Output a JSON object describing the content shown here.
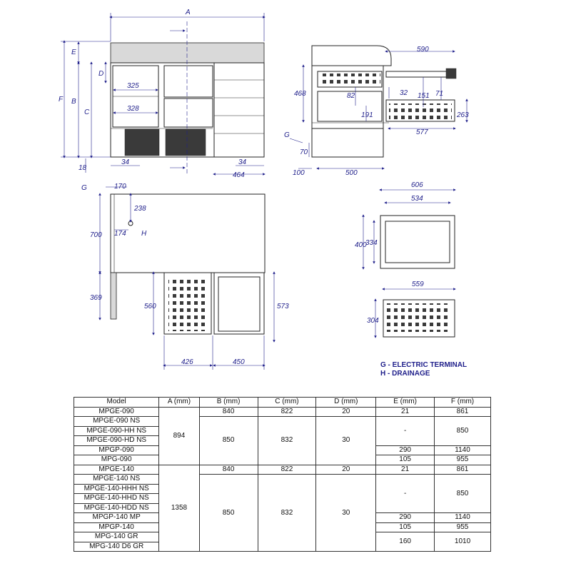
{
  "dimensions": {
    "front": {
      "A": "A",
      "E": "E",
      "D": "D",
      "F": "F",
      "B": "B",
      "C": "C",
      "d18": "18",
      "d34a": "34",
      "d34b": "34",
      "d464": "464",
      "d325": "325",
      "d328": "328"
    },
    "side": {
      "d590": "590",
      "d468": "468",
      "d82": "82",
      "d32": "32",
      "d151": "151",
      "d71": "71",
      "d191": "191",
      "d263": "263",
      "d577": "577",
      "G": "G",
      "d70": "70",
      "d100": "100",
      "d500": "500"
    },
    "top": {
      "G": "G",
      "d170": "170",
      "d238": "238",
      "d700": "700",
      "d174": "174",
      "H": "H",
      "d369": "369",
      "d560": "560",
      "d573": "573",
      "d426": "426",
      "d450": "450"
    },
    "pan": {
      "d606": "606",
      "d534": "534",
      "d400": "400",
      "d334": "334"
    },
    "tray": {
      "d559": "559",
      "d304": "304"
    }
  },
  "legend": {
    "line1": "G - ELECTRIC TERMINAL",
    "line2": "H - DRAINAGE"
  },
  "table": {
    "headers": [
      "Model",
      "A (mm)",
      "B (mm)",
      "C (mm)",
      "D (mm)",
      "E (mm)",
      "F (mm)"
    ],
    "group1_A": "894",
    "group2_A": "1358",
    "g1": {
      "models": [
        "MPGE-090",
        "MPGE-090 NS",
        "MPGE-090-HH NS",
        "MPGE-090-HD NS",
        "MPGP-090",
        "MPG-090"
      ],
      "r1": {
        "B": "840",
        "C": "822",
        "D": "20",
        "E": "21",
        "F": "861"
      },
      "rest": {
        "B": "850",
        "C": "832",
        "D": "30"
      },
      "ns": {
        "E": "-",
        "F": "850"
      },
      "p": {
        "E": "290",
        "F": "1140"
      },
      "g": {
        "E": "105",
        "F": "955"
      }
    },
    "g2": {
      "models": [
        "MPGE-140",
        "MPGE-140 NS",
        "MPGE-140-HHH NS",
        "MPGE-140-HHD NS",
        "MPGE-140-HDD NS",
        "MPGP-140 MP",
        "MPGP-140",
        "MPG-140 GR",
        "MPG-140 D6 GR"
      ],
      "r1": {
        "B": "840",
        "C": "822",
        "D": "20",
        "E": "21",
        "F": "861"
      },
      "rest": {
        "B": "850",
        "C": "832",
        "D": "30"
      },
      "ns": {
        "E": "-",
        "F": "850"
      },
      "p": {
        "E": "290",
        "F": "1140"
      },
      "g": {
        "E": "105",
        "F": "955"
      },
      "gr": {
        "E": "160",
        "F": "1010"
      }
    }
  }
}
